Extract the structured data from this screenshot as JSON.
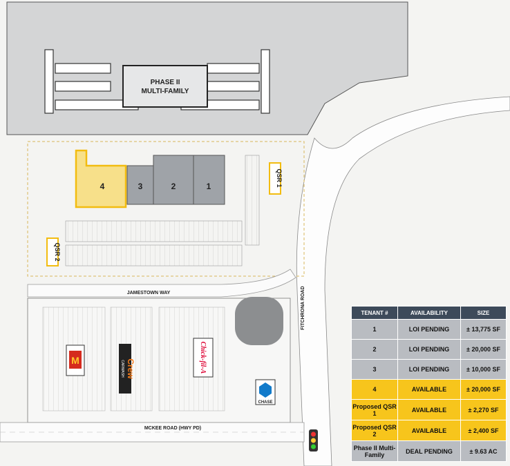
{
  "buildings": {
    "phase2": {
      "line1": "PHASE II",
      "line2": "MULTI-FAMILY"
    },
    "tenant4": "4",
    "tenant3": "3",
    "tenant2": "2",
    "tenant1": "1",
    "qsr1": "QSR 1",
    "qsr2": "QSR 2"
  },
  "roads": {
    "jamestown": "JAMESTOWN WAY",
    "mckee": "MCKEE ROAD (HWY PD)",
    "fitchrona": "FITCHRONA ROAD"
  },
  "brands": {
    "crew": "Crew",
    "crew_sub": "CARWASH",
    "chickfila": "Chick-fil-A",
    "chase": "CHASE",
    "mcd": "M"
  },
  "colors": {
    "available": "#f7c51c",
    "pending": "#b9bcc1",
    "header": "#3d4a5a",
    "phase2_area": "#d4d5d6",
    "building": "#9fa3a8"
  },
  "table": {
    "headers": [
      "TENANT #",
      "AVAILABILITY",
      "SIZE"
    ],
    "rows": [
      {
        "tenant": "1",
        "availability": "LOI PENDING",
        "size": "± 13,775 SF",
        "status": "pending"
      },
      {
        "tenant": "2",
        "availability": "LOI PENDING",
        "size": "± 20,000 SF",
        "status": "pending"
      },
      {
        "tenant": "3",
        "availability": "LOI PENDING",
        "size": "± 10,000 SF",
        "status": "pending"
      },
      {
        "tenant": "4",
        "availability": "AVAILABLE",
        "size": "± 20,000 SF",
        "status": "available"
      },
      {
        "tenant": "Proposed QSR 1",
        "availability": "AVAILABLE",
        "size": "± 2,270 SF",
        "status": "available"
      },
      {
        "tenant": "Proposed QSR 2",
        "availability": "AVAILABLE",
        "size": "± 2,400 SF",
        "status": "available"
      },
      {
        "tenant": "Phase II Multi-Family",
        "availability": "DEAL PENDING",
        "size": "± 9.63 AC",
        "status": "pending"
      }
    ]
  }
}
